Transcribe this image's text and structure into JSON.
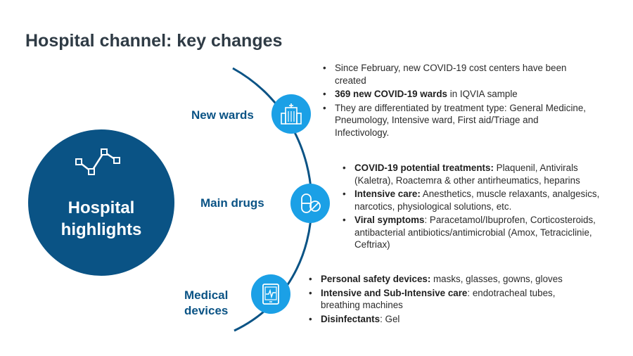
{
  "title": "Hospital channel: key changes",
  "center": {
    "label_line1": "Hospital",
    "label_line2": "highlights",
    "icon": "trend-line-icon"
  },
  "sections": [
    {
      "name": "New wards",
      "icon": "hospital-building-icon",
      "bullets": [
        {
          "bold": "",
          "text": "Since February, new COVID-19 cost centers have been created"
        },
        {
          "bold": "369 new COVID-19 wards",
          "text": " in IQVIA sample"
        },
        {
          "bold": "",
          "text": "They are differentiated by treatment type: General Medicine, Pneumology, Intensive ward, First aid/Triage and Infectivology."
        }
      ]
    },
    {
      "name": "Main drugs",
      "icon": "pill-capsule-icon",
      "bullets": [
        {
          "bold": "COVID-19 potential treatments:",
          "text": " Plaquenil, Antivirals (Kaletra), Roactemra & other antirheumatics, heparins"
        },
        {
          "bold": "Intensive care:",
          "text": " Anesthetics, muscle relaxants, analgesics, narcotics, physiological solutions, etc."
        },
        {
          "bold": "Viral symptoms",
          "text": ": Paracetamol/Ibuprofen, Corticosteroids, antibacterial antibiotics/antimicrobial (Amox, Tetraciclinie, Ceftriax)"
        }
      ]
    },
    {
      "name_line1": "Medical",
      "name_line2": "devices",
      "icon": "tablet-monitor-icon",
      "bullets": [
        {
          "bold": "Personal safety devices:",
          "text": " masks, glasses, gowns, gloves"
        },
        {
          "bold": "Intensive and Sub-Intensive care",
          "text": ": endotracheal tubes, breathing machines"
        },
        {
          "bold": "Disinfectants",
          "text": ": Gel"
        }
      ]
    }
  ],
  "colors": {
    "dark_blue": "#0a5385",
    "light_blue": "#1ba0e6",
    "arc": "#0a5385"
  }
}
